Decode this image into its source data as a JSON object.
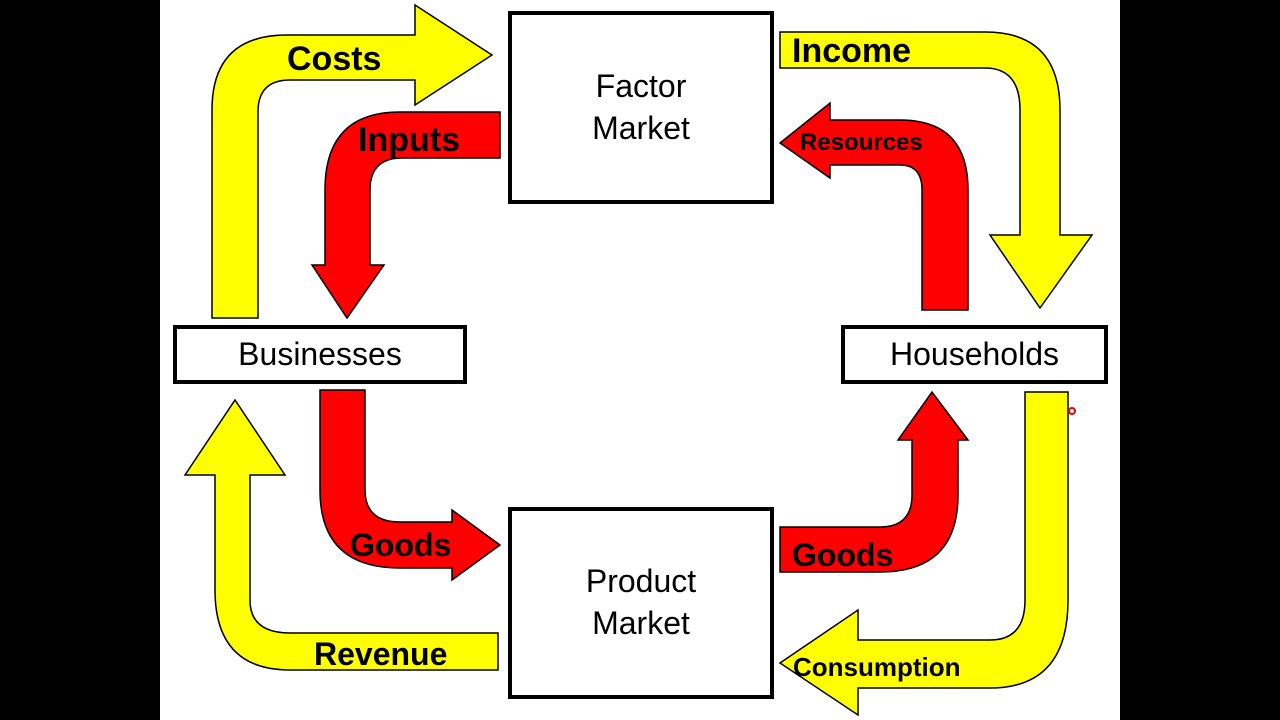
{
  "boxes": {
    "factor_market": "Factor Market",
    "product_market": "Product Market",
    "businesses": "Businesses",
    "households": "Households"
  },
  "flows": {
    "costs": "Costs",
    "inputs": "Inputs",
    "income": "Income",
    "resources": "Resources",
    "goods_businesses": "Goods",
    "goods_households": "Goods",
    "revenue": "Revenue",
    "consumption": "Consumption"
  },
  "colors": {
    "money_flow": "#ffff00",
    "goods_flow": "#ff0000",
    "background": "#ffffff",
    "letterbox": "#000000"
  }
}
